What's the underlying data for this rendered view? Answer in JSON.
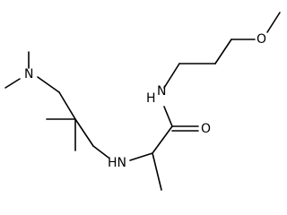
{
  "molecule": {
    "atoms": {
      "n_dimethyl": "N",
      "n_amine": "HN",
      "n_amide": "N",
      "n_amide_h": "H",
      "o_carbonyl": "O",
      "o_ether": "O"
    },
    "colors": {
      "bond": "#000000",
      "label": "#000000",
      "background": "#ffffff"
    }
  }
}
